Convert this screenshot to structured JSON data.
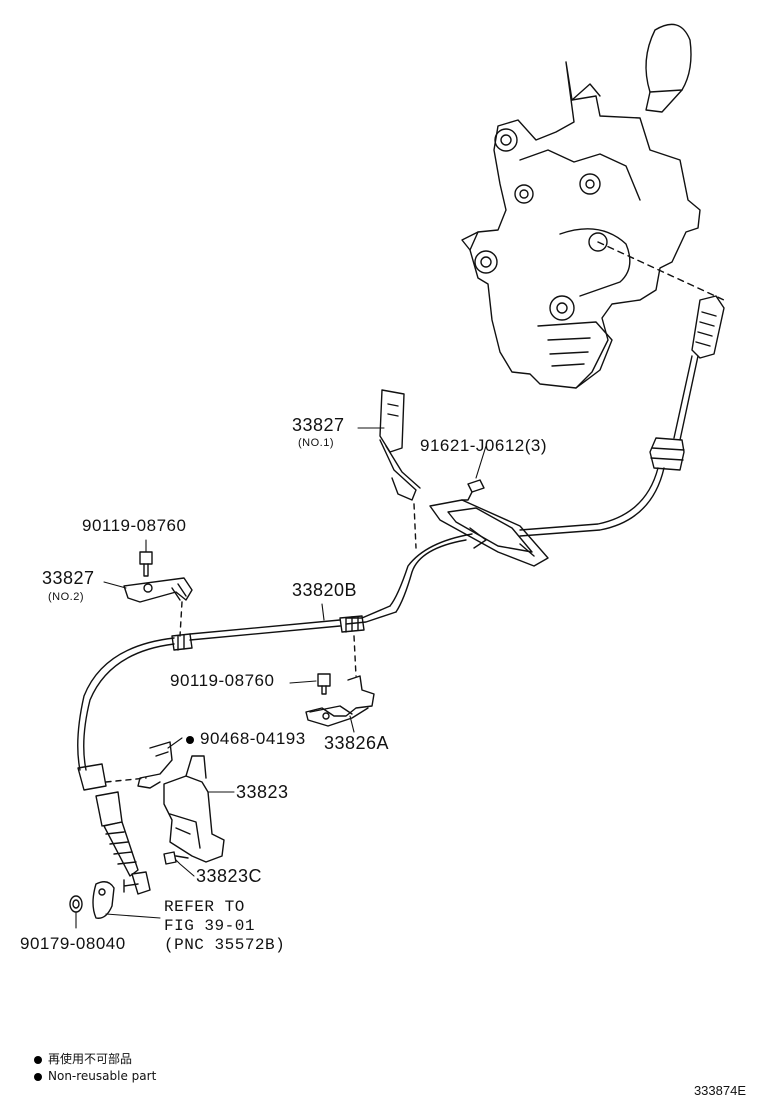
{
  "callouts": {
    "c33827_no1": {
      "part": "33827",
      "sub": "(NO.1)"
    },
    "c91621": {
      "part": "91621-J0612(3)"
    },
    "c90119_top": {
      "part": "90119-08760"
    },
    "c33827_no2": {
      "part": "33827",
      "sub": "(NO.2)"
    },
    "c33820b": {
      "part": "33820B"
    },
    "c90119_mid": {
      "part": "90119-08760"
    },
    "c90468": {
      "part": "90468-04193"
    },
    "c33826a": {
      "part": "33826A"
    },
    "c33823": {
      "part": "33823"
    },
    "c33823c": {
      "part": "33823C"
    },
    "c90179": {
      "part": "90179-08040"
    },
    "refer": {
      "line1": "REFER TO",
      "line2": "FIG 39-01",
      "line3": "(PNC 35572B)"
    }
  },
  "legend": {
    "line1": "再使用不可部品",
    "line2": "Non-reusable part"
  },
  "figure_id": "333874E",
  "colors": {
    "ink": "#111111",
    "background": "#ffffff"
  }
}
